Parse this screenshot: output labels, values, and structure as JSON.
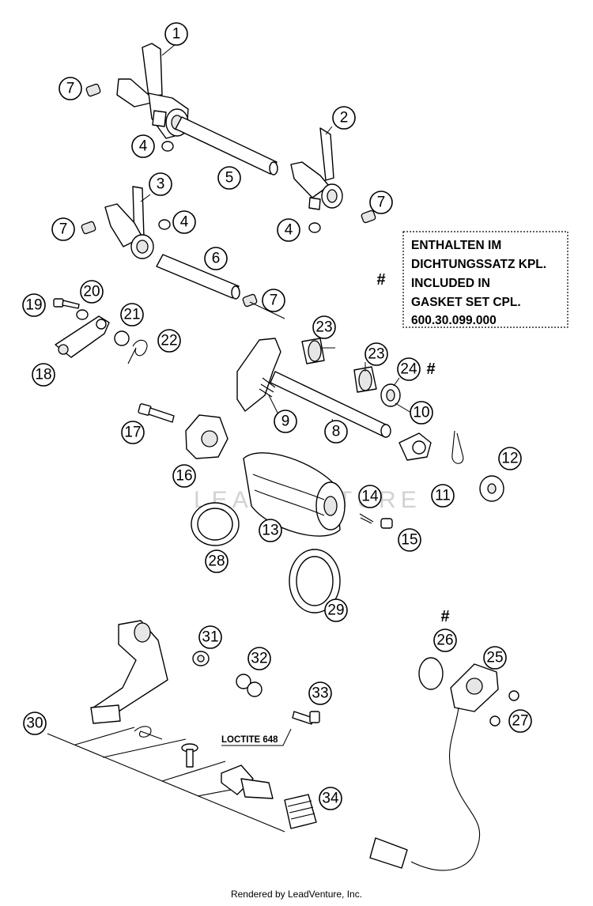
{
  "diagram": {
    "callouts": [
      "1",
      "2",
      "3",
      "4",
      "5",
      "6",
      "7",
      "8",
      "9",
      "10",
      "11",
      "12",
      "13",
      "14",
      "15",
      "16",
      "17",
      "18",
      "19",
      "20",
      "21",
      "22",
      "23",
      "24",
      "25",
      "26",
      "27",
      "28",
      "29",
      "30",
      "31",
      "32",
      "33",
      "34"
    ],
    "note_lines": [
      "ENTHALTEN IM",
      "DICHTUNGSSATZ KPL.",
      "INCLUDED IN",
      "GASKET SET CPL.",
      "600.30.099.000"
    ],
    "hash_symbol": "#",
    "loctite_label": "LOCTITE 648",
    "watermark": "LEADVENTURE"
  },
  "footer": {
    "rendered_by": "Rendered by LeadVenture, Inc."
  }
}
